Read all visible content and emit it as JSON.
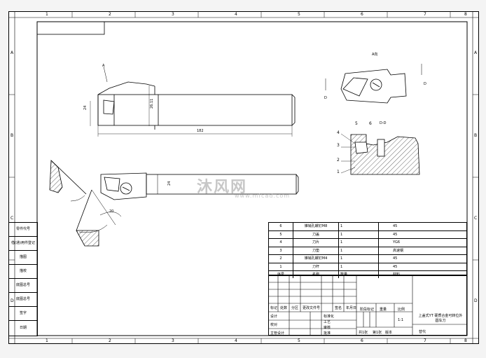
{
  "frame": {
    "top_numbers": [
      "1",
      "2",
      "3",
      "4",
      "5",
      "6",
      "7",
      "8"
    ],
    "bottom_numbers": [
      "1",
      "2",
      "3",
      "4",
      "5",
      "6",
      "7",
      "8"
    ],
    "left_letters": [
      "A",
      "B",
      "C",
      "D"
    ],
    "right_letters": [
      "A",
      "B",
      "C",
      "D"
    ]
  },
  "side_panel": [
    "零件代号",
    "借(通)用件登记",
    "描图",
    "描校",
    "底图总号",
    "底图总号",
    "签字",
    "日期"
  ],
  "views": {
    "view_a_label": "A向",
    "section_label": "D-D",
    "arrow_a": "A",
    "arrow_d_left": "D",
    "arrow_d_right": "D",
    "dim_24": "24",
    "dim_26": "26.11",
    "dim_length": "182",
    "dim_20": "20",
    "dim_lower_right": "24",
    "part_markers": [
      "1",
      "2",
      "3",
      "4",
      "5",
      "6"
    ]
  },
  "bom": {
    "rows": [
      {
        "no": "6",
        "name": "锥销孔螺钉M8",
        "qty": "1",
        "material": "45"
      },
      {
        "no": "5",
        "name": "刀盖",
        "qty": "1",
        "material": "45"
      },
      {
        "no": "4",
        "name": "刀片",
        "qty": "1",
        "material": "YG6"
      },
      {
        "no": "3",
        "name": "刀垫",
        "qty": "1",
        "material": "高速钢"
      },
      {
        "no": "2",
        "name": "锥销孔螺钉M4",
        "qty": "1",
        "material": "45"
      },
      {
        "no": "1",
        "name": "刀杆",
        "qty": "1",
        "material": "45"
      }
    ],
    "header": {
      "no": "序号",
      "name": "名称",
      "qty": "数量",
      "material": "材料"
    }
  },
  "title_block": {
    "change_row": [
      "标记",
      "处数",
      "分区",
      "更改文件号",
      "签名",
      "年月日"
    ],
    "roles": [
      "设计",
      "校对",
      "主管设计"
    ],
    "std_roles": [
      "标准化",
      "工艺",
      "审核",
      "批准"
    ],
    "stage_header": [
      "阶段标记",
      "重量",
      "比例"
    ],
    "scale": "1:1",
    "title": "上盖式YT 硬质合金可转位外圆车刀",
    "sheets_total": "共1张",
    "sheet_no": "第1张",
    "version": "版本",
    "substitute": "替代"
  },
  "watermark": {
    "text": "沐风网",
    "url": "www.mfcad.com"
  }
}
